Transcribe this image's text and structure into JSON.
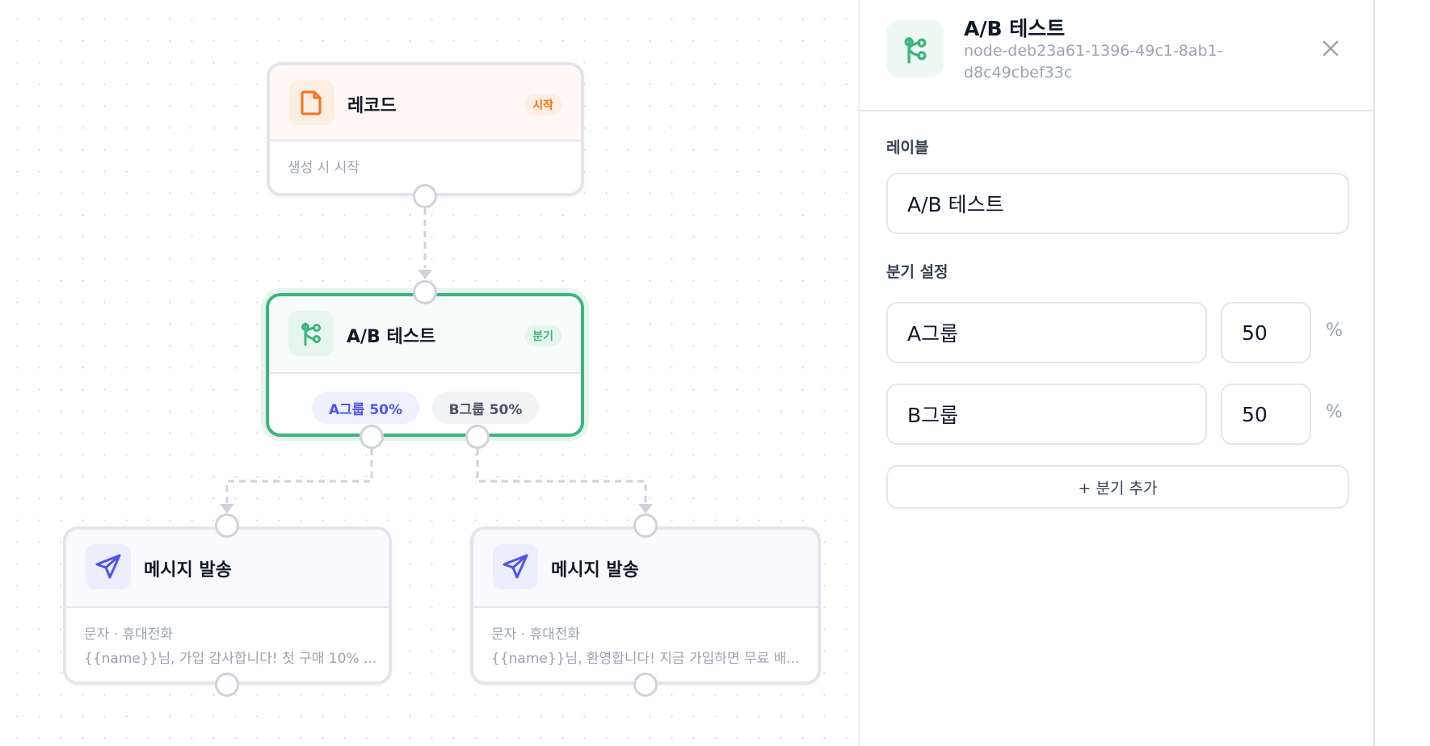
{
  "canvas": {
    "nodes": {
      "record": {
        "title": "레코드",
        "badge": "시작",
        "description": "생성 시 시작",
        "icon": "file-icon",
        "accent": "#f97316"
      },
      "ab_test": {
        "title": "A/B 테스트",
        "badge": "분기",
        "icon": "branch-icon",
        "accent": "#3db57e",
        "branches": [
          {
            "label": "A그룹 50%"
          },
          {
            "label": "B그룹 50%"
          }
        ]
      },
      "message_a": {
        "title": "메시지 발송",
        "channel": "문자 · 휴대전화",
        "preview": "{{name}}님, 가입 감사합니다! 첫 구매 10% ...",
        "icon": "send-icon",
        "accent": "#4f52f0"
      },
      "message_b": {
        "title": "메시지 발송",
        "channel": "문자 · 휴대전화",
        "preview": "{{name}}님, 환영합니다! 지금 가입하면 무료 배...",
        "icon": "send-icon",
        "accent": "#4f52f0"
      }
    }
  },
  "panel": {
    "title": "A/B 테스트",
    "node_id_line1": "node-deb23a61-1396-49c1-8ab1-",
    "node_id_line2": "d8c49cbef33c",
    "label_heading": "레이블",
    "label_value": "A/B 테스트",
    "branch_heading": "분기 설정",
    "branches": [
      {
        "name": "A그룹",
        "percent": "50",
        "unit": "%"
      },
      {
        "name": "B그룹",
        "percent": "50",
        "unit": "%"
      }
    ],
    "add_branch_label": "+ 분기 추가"
  }
}
